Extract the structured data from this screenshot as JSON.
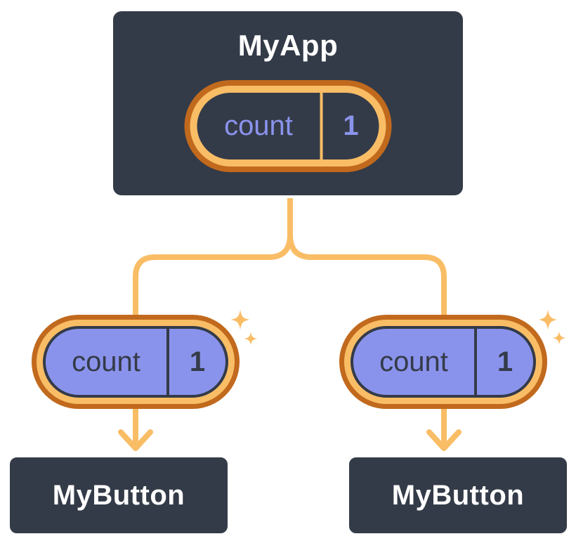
{
  "diagram": {
    "root": {
      "title": "MyApp",
      "state": {
        "name": "count",
        "value": "1"
      }
    },
    "children": [
      {
        "title": "MyButton",
        "state": {
          "name": "count",
          "value": "1"
        }
      },
      {
        "title": "MyButton",
        "state": {
          "name": "count",
          "value": "1"
        }
      }
    ]
  },
  "icons": {
    "sparkle": "four-point-star",
    "arrow": "arrow-down"
  },
  "colors": {
    "page-bg": "#FFFFFF",
    "dark": "#343B48",
    "dark-text": "#343B48",
    "white": "#FFFFFF",
    "orange": "#F9BD66",
    "orange-dark": "#C1691D",
    "lavender": "#8A93EC"
  }
}
